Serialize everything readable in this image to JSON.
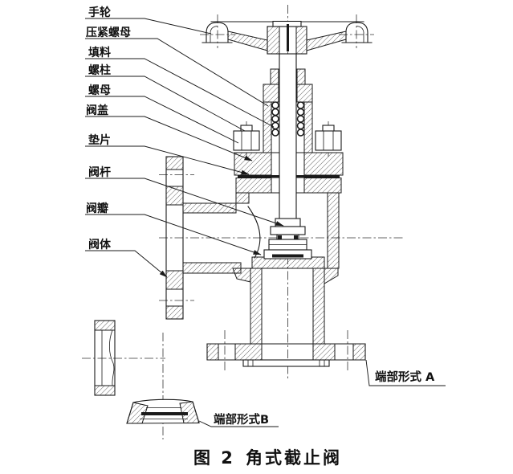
{
  "diagram": {
    "title_context": "angle globe valve sectional drawing",
    "labels": [
      {
        "id": "handwheel",
        "text": "手轮"
      },
      {
        "id": "gland-nut",
        "text": "压紧螺母"
      },
      {
        "id": "packing",
        "text": "填料"
      },
      {
        "id": "stud",
        "text": "螺柱"
      },
      {
        "id": "nut",
        "text": "螺母"
      },
      {
        "id": "bonnet",
        "text": "阀盖"
      },
      {
        "id": "gasket",
        "text": "垫片"
      },
      {
        "id": "stem",
        "text": "阀杆"
      },
      {
        "id": "disc",
        "text": "阀瓣"
      },
      {
        "id": "body",
        "text": "阀体"
      },
      {
        "id": "end-form-a",
        "text": "端部形式 A"
      },
      {
        "id": "end-form-b",
        "text": "端部形式B"
      }
    ],
    "caption": {
      "label": "图 2",
      "title": "角式截止阀"
    },
    "colors": {
      "ink": "#1a1a1a",
      "paper": "#ffffff"
    }
  }
}
